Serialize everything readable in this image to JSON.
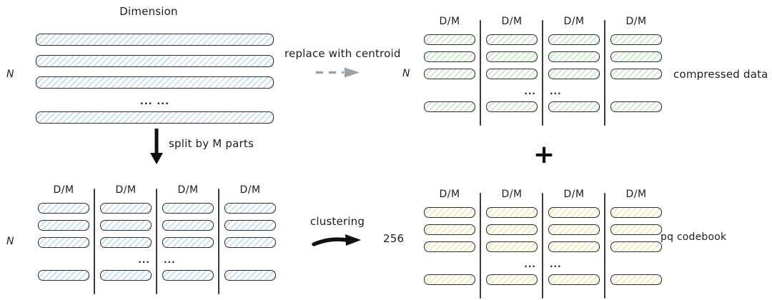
{
  "labels": {
    "dimension": "Dimension",
    "n_rows_original": "N",
    "n_rows_compressed": "N",
    "n_rows_split": "N",
    "codebook_rows": "256",
    "compressed_data": "compressed data",
    "pq_codebook": "pq codebook",
    "replace_with_centroid": "replace with centroid",
    "split_by_m_parts": "split by M parts",
    "clustering": "clustering",
    "plus": "+"
  },
  "colors": {
    "ink": "#1d1d1d",
    "bar_outline": "#2f2f2f",
    "blue_hatch": "#c8e1f4",
    "green_hatch": "#cdebcd",
    "yellow_hatch": "#f6e9bd",
    "gray_arrow": "#9aa2a9",
    "background": "#ffffff"
  },
  "groups": {
    "original": {
      "type": "rows",
      "visible_rows": 4,
      "ellipsis": "... ...",
      "color": "blue"
    },
    "split": {
      "type": "columns",
      "columns": 4,
      "column_header": "D/M",
      "visible_rows": 4,
      "ellipsis": "...",
      "color": "blue"
    },
    "compressed": {
      "type": "columns",
      "columns": 4,
      "column_header": "D/M",
      "visible_rows": 4,
      "ellipsis": "...",
      "color": "green"
    },
    "codebook": {
      "type": "columns",
      "columns": 4,
      "column_header": "D/M",
      "visible_rows": 4,
      "ellipsis": "...",
      "color": "yellow"
    }
  }
}
